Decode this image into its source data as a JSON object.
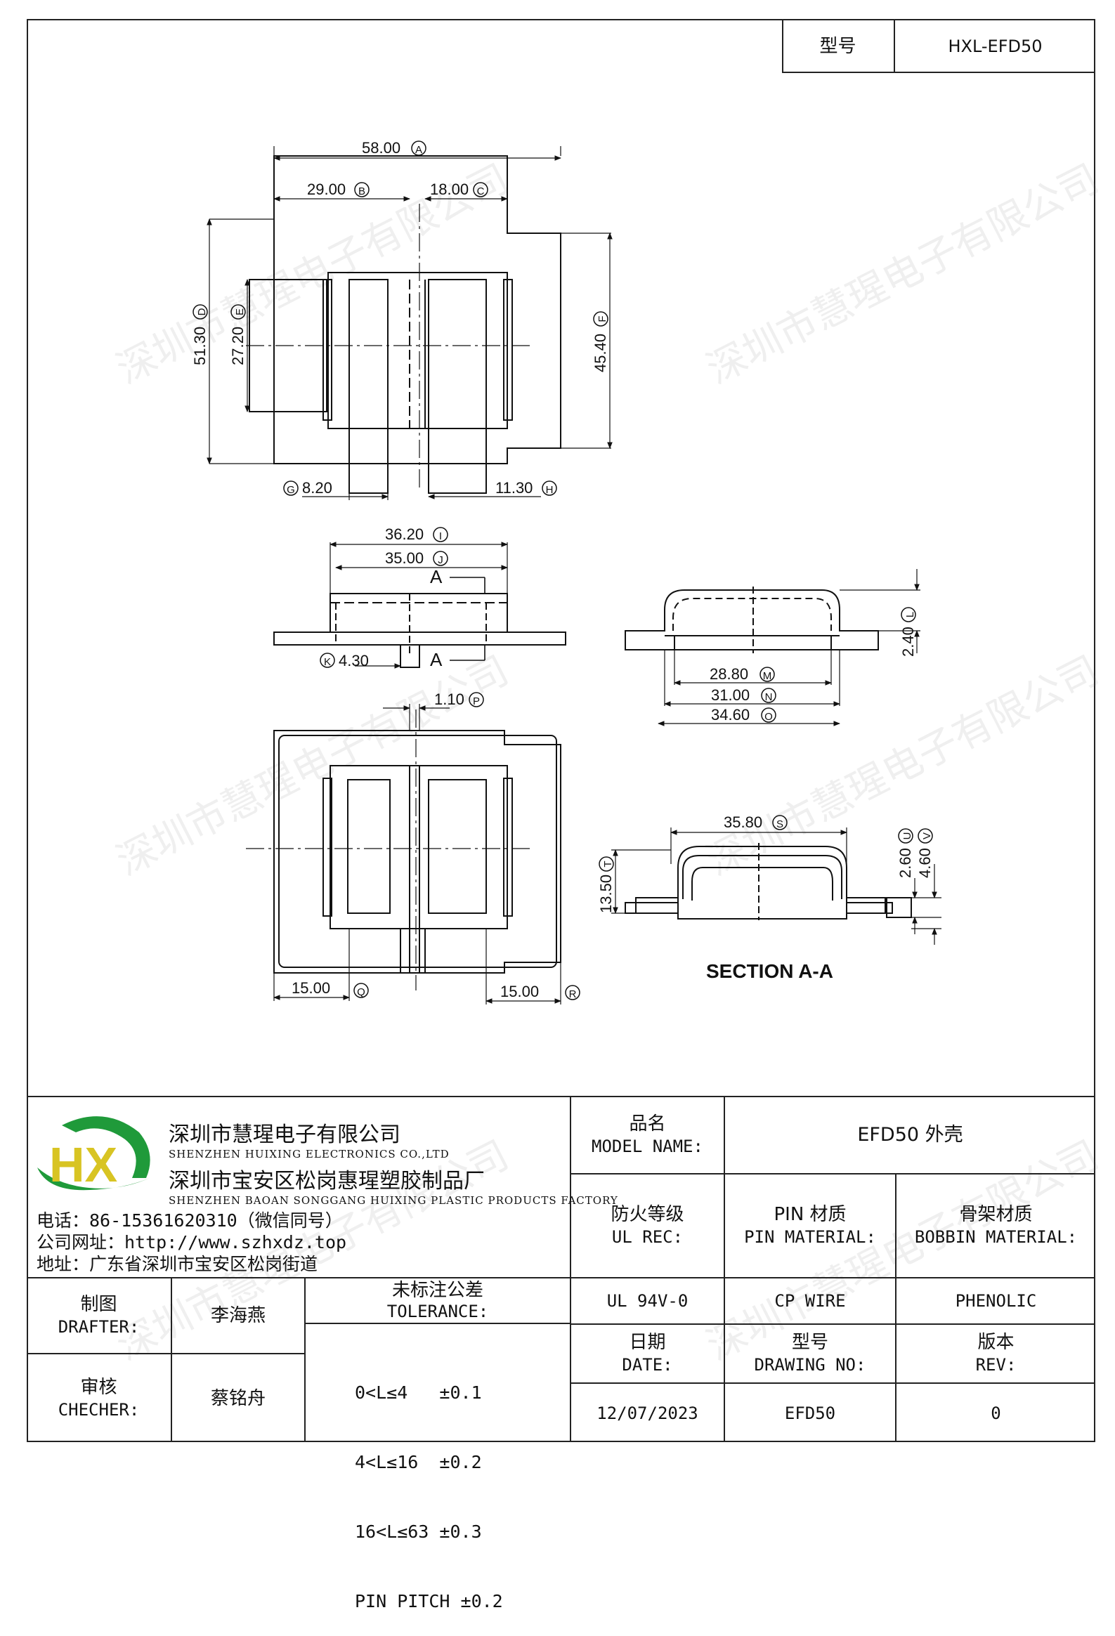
{
  "header": {
    "model_label": "型号",
    "model_value": "HXL-EFD50"
  },
  "dims": {
    "A": "58.00",
    "B": "29.00",
    "C": "18.00",
    "D": "51.30",
    "E": "27.20",
    "F": "45.40",
    "G": "8.20",
    "H": "11.30",
    "I": "36.20",
    "J": "35.00",
    "K": "4.30",
    "L": "2.40",
    "M": "28.80",
    "N": "31.00",
    "O": "34.60",
    "P": "1.10",
    "Q": "15.00",
    "R": "15.00",
    "S": "35.80",
    "T": "13.50",
    "U": "2.60",
    "V": "4.60"
  },
  "letters": {
    "A": "A",
    "B": "B",
    "C": "C",
    "D": "D",
    "E": "E",
    "F": "F",
    "G": "G",
    "H": "H",
    "I": "I",
    "J": "J",
    "K": "K",
    "L": "L",
    "M": "M",
    "N": "N",
    "O": "O",
    "P": "P",
    "Q": "Q",
    "R": "R",
    "S": "S",
    "T": "T",
    "U": "U",
    "V": "V"
  },
  "section_mark": "A",
  "section_label": "SECTION A-A",
  "watermark": "深圳市慧瑆电子有限公司",
  "company": {
    "logo_text": "HX",
    "name1": "深圳市慧瑆电子有限公司",
    "name1_en": "SHENZHEN HUIXING ELECTRONICS CO.,LTD",
    "name2": "深圳市宝安区松岗惠瑆塑胶制品厂",
    "name2_en": "SHENZHEN BAOAN SONGGANG HUIXING PLASTIC PRODUCTS FACTORY",
    "phone": "电话：86-15361620310（微信同号）",
    "website": "公司网址：http://www.szhxdz.top",
    "address": "地址：广东省深圳市宝安区松岗街道"
  },
  "title_block": {
    "model_name_zh": "品名",
    "model_name_en": "MODEL NAME:",
    "model_name_value": "EFD50 外壳",
    "ul_zh": "防火等级",
    "ul_en": "UL REC:",
    "ul_value": "UL 94V-0",
    "pin_zh": "PIN 材质",
    "pin_en": "PIN MATERIAL:",
    "pin_value": "CP WIRE",
    "bobbin_zh": "骨架材质",
    "bobbin_en": "BOBBIN MATERIAL:",
    "bobbin_value": "PHENOLIC",
    "date_zh": "日期",
    "date_en": "DATE:",
    "date_value": "12/07/2023",
    "drawing_zh": "型号",
    "drawing_en": "DRAWING NO:",
    "drawing_value": "EFD50",
    "rev_zh": "版本",
    "rev_en": "REV:",
    "rev_value": "0",
    "drafter_zh": "制图",
    "drafter_en": "DRAFTER:",
    "drafter_value": "李海燕",
    "checker_zh": "审核",
    "checker_en": "CHECHER:",
    "checker_value": "蔡铭舟",
    "tol_zh": "未标注公差",
    "tol_en": "TOLERANCE:",
    "tol_lines": [
      "0<L≤4   ±0.1",
      "4<L≤16  ±0.2",
      "16<L≤63 ±0.3",
      "PIN PITCH ±0.2"
    ]
  }
}
